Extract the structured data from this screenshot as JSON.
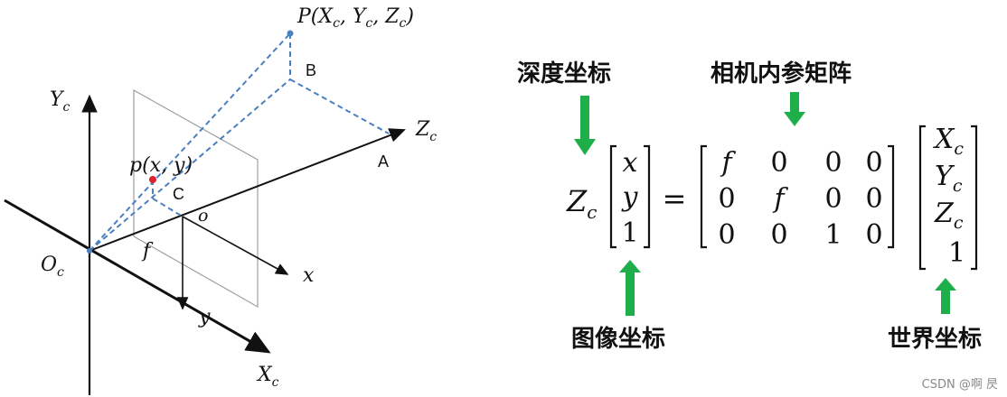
{
  "diagram": {
    "labels": {
      "point_P": "P(X",
      "point_P_sub1": "c",
      "point_P_mid1": ", Y",
      "point_P_sub2": "c",
      "point_P_mid2": ", Z",
      "point_P_sub3": "c",
      "point_P_end": ")",
      "point_B": "B",
      "point_A": "A",
      "point_C": "C",
      "point_p": "p(x, y)",
      "axis_Zc": "Z",
      "axis_Zc_sub": "c",
      "axis_Yc": "Y",
      "axis_Yc_sub": "c",
      "axis_Xc": "X",
      "axis_Xc_sub": "c",
      "origin_Oc": "O",
      "origin_Oc_sub": "c",
      "focal_f": "f",
      "image_origin_o": "o",
      "image_axis_x": "x",
      "image_axis_y": "y"
    },
    "colors": {
      "dashed": "#4a7fc0",
      "point_p": "#e0202a",
      "point_P": "#4a7fc0"
    }
  },
  "equation": {
    "depth_label": "深度坐标",
    "intrinsic_label": "相机内参矩阵",
    "image_label": "图像坐标",
    "world_label": "世界坐标",
    "lhs_scale": "Z",
    "lhs_scale_sub": "c",
    "image_vector": [
      "x",
      "y",
      "1"
    ],
    "equals": "=",
    "matrix_rows": [
      [
        "f",
        "0",
        "0",
        "0"
      ],
      [
        "0",
        "f",
        "0",
        "0"
      ],
      [
        "0",
        "0",
        "1",
        "0"
      ]
    ],
    "world_vector": [
      {
        "base": "X",
        "sub": "c"
      },
      {
        "base": "Y",
        "sub": "c"
      },
      {
        "base": "Z",
        "sub": "c"
      },
      {
        "base": "1",
        "sub": ""
      }
    ],
    "arrow_color": "#1faf4a"
  },
  "watermark": "CSDN @啊  昃"
}
